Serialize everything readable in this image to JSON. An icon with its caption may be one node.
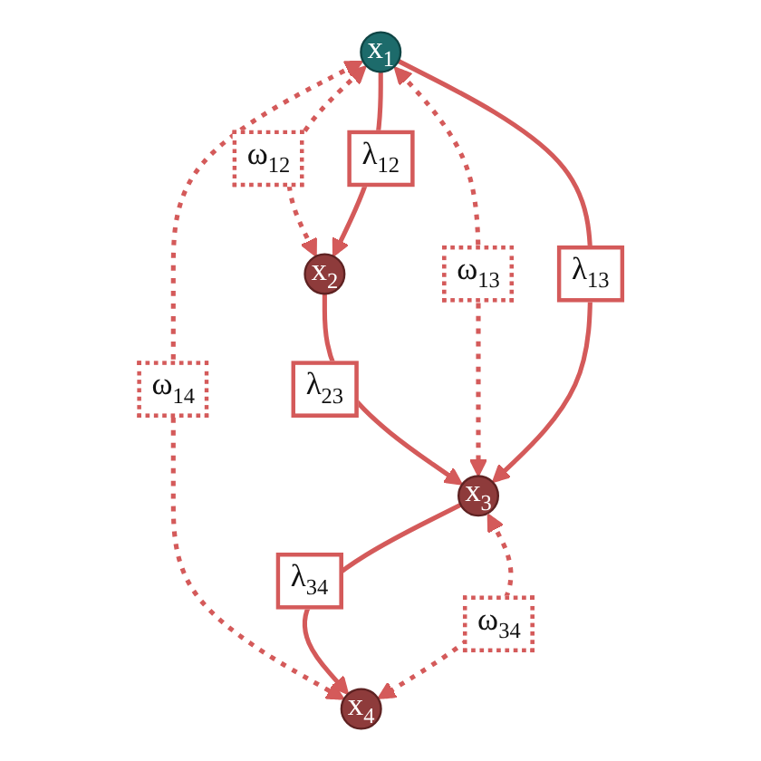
{
  "diagram": {
    "nodes": [
      {
        "text": [
          "x$_{1}$"
        ]
      },
      {
        "text": [
          "x$_{2}$"
        ]
      },
      {
        "text": [
          "x$_{3}$"
        ]
      },
      {
        "text": [
          "x$_{4}$"
        ]
      }
    ],
    "edges": [
      {
        "from": 0,
        "to": 1,
        "arrow": "both",
        "label": "ω$_{12}$",
        "style": "dashed"
      },
      {
        "from": 0,
        "to": 1,
        "arrow": "to",
        "label": "λ$_{12}$"
      },
      {
        "from": 1,
        "to": 2,
        "arrow": "to",
        "label": "λ$_{23}$"
      },
      {
        "from": 0,
        "to": 2,
        "arrow": "both",
        "label": "ω$_{13}$",
        "style": "dashed"
      },
      {
        "from": 0,
        "to": 2,
        "arrow": "to",
        "label": "λ$_{13}$"
      },
      {
        "from": 0,
        "to": 3,
        "arrow": "both",
        "label": "ω$_{14}$",
        "style": "dashed"
      },
      {
        "from": 2,
        "to": 3,
        "arrow": "to",
        "label": "λ$_{34}$"
      },
      {
        "from": 2,
        "to": 3,
        "arrow": "both",
        "label": "ω$_{34}$",
        "style": "dashed"
      }
    ]
  }
}
